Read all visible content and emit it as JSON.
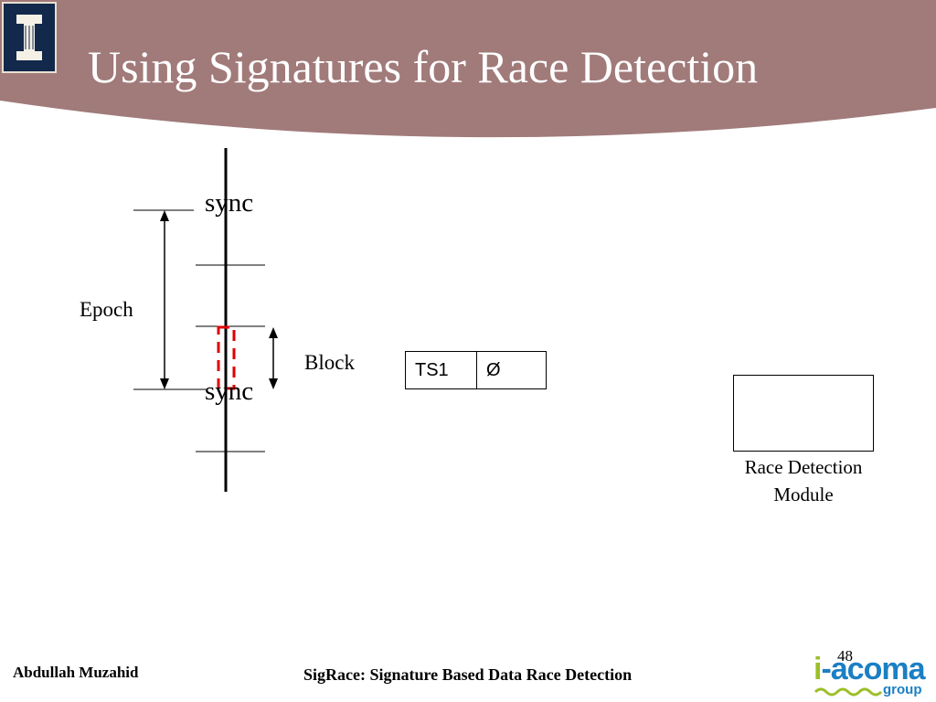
{
  "slide": {
    "title": "Using Signatures for Race Detection",
    "page_number": "48",
    "colors": {
      "header": "#a17a7a",
      "dashed_block": "#e00000",
      "logo_bg": "#13294b"
    }
  },
  "diagram": {
    "sync_top": "sync",
    "sync_bottom": "sync",
    "epoch_label": "Epoch",
    "block_label": "Block",
    "signature": {
      "thread": "TS1",
      "value": "Ø"
    },
    "race_detection_module": {
      "line1": "Race Detection",
      "line2": "Module"
    }
  },
  "footer": {
    "author": "Abdullah Muzahid",
    "talk_title": "SigRace: Signature Based Data Race Detection",
    "brand_i": "i",
    "brand_rest": "-acoma",
    "brand_sub": "group"
  }
}
